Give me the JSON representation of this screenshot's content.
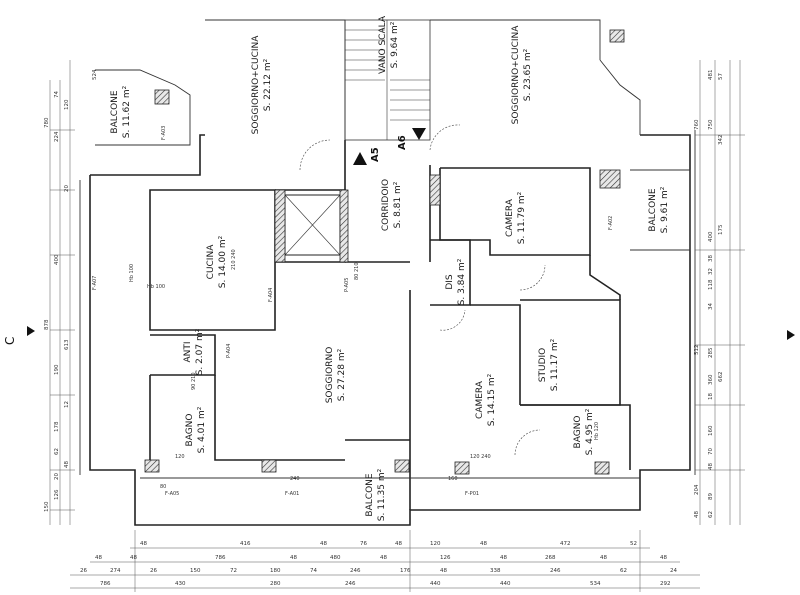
{
  "section": {
    "letter": "C"
  },
  "markers": [
    {
      "id": "A5",
      "label": "A5"
    },
    {
      "id": "A6",
      "label": "A6"
    }
  ],
  "rooms": [
    {
      "id": "soggiorno-cucina-left",
      "name": "SOGGIORNO+CUCINA",
      "area": "S. 22.12 m²"
    },
    {
      "id": "vano-scala",
      "name": "VANO SCALA",
      "area": "S. 9.64 m²"
    },
    {
      "id": "soggiorno-cucina-right",
      "name": "SOGGIORNO+CUCINA",
      "area": "S. 23.65 m²"
    },
    {
      "id": "balcone-left",
      "name": "BALCONE",
      "area": "S. 11.62 m²"
    },
    {
      "id": "corridoio",
      "name": "CORRIDOIO",
      "area": "S. 8.81 m²"
    },
    {
      "id": "camera-right",
      "name": "CAMERA",
      "area": "S. 11.79 m²"
    },
    {
      "id": "balcone-right",
      "name": "BALCONE",
      "area": "S. 9.61 m²"
    },
    {
      "id": "cucina",
      "name": "CUCINA",
      "area": "S. 14.00 m²"
    },
    {
      "id": "dis",
      "name": "DIS",
      "area": "S. 3.84 m²"
    },
    {
      "id": "anti",
      "name": "ANTI",
      "area": "S. 2.07 m²"
    },
    {
      "id": "soggiorno",
      "name": "SOGGIORNO",
      "area": "S. 27.28 m²"
    },
    {
      "id": "camera-center",
      "name": "CAMERA",
      "area": "S. 14.15 m²"
    },
    {
      "id": "studio",
      "name": "STUDIO",
      "area": "S. 11.17 m²"
    },
    {
      "id": "bagno-left",
      "name": "BAGNO",
      "area": "S. 4.01 m²"
    },
    {
      "id": "bagno-right",
      "name": "BAGNO",
      "area": "S. 4.95 m²"
    },
    {
      "id": "balcone-bottom",
      "name": "BALCONE",
      "area": "S. 11.35 m²"
    }
  ],
  "window_tags": {
    "fa03": "F-A03",
    "fa02": "F-A02",
    "fa04": "F-A04",
    "fa07": "F-A07",
    "fa05": "F-A05",
    "fa01": "F-A01",
    "fp01": "F-P01",
    "pa05": "P-A05",
    "pa04": "P-A04",
    "hb100a": "Hb 100",
    "hb100b": "Hb 100",
    "hb120": "Hb 120",
    "w90_210": "90 210",
    "w80_210": "80 210",
    "w210_240": "210 240",
    "w120_240": "120 240",
    "w240": "240",
    "w160": "160",
    "w120": "120",
    "w80": "80"
  },
  "dims": {
    "left": [
      "150",
      "126",
      "20",
      "48",
      "62",
      "178",
      "12",
      "190",
      "613",
      "878",
      "400",
      "20",
      "224",
      "780",
      "74",
      "120",
      "524"
    ],
    "right": [
      "481",
      "57",
      "342",
      "760",
      "750",
      "118",
      "400",
      "38",
      "175",
      "32",
      "34",
      "285",
      "512",
      "662",
      "360",
      "18",
      "160",
      "70",
      "48",
      "204",
      "89",
      "62",
      "48"
    ],
    "bottom_row1": [
      "48",
      "416",
      "48",
      "76",
      "48",
      "120",
      "48",
      "472",
      "52"
    ],
    "bottom_row2": [
      "48",
      "48",
      "786",
      "48",
      "480",
      "48",
      "126",
      "48",
      "268",
      "48",
      "48"
    ],
    "bottom_row3": [
      "26",
      "274",
      "26",
      "150",
      "72",
      "180",
      "74",
      "246",
      "176",
      "48",
      "338",
      "246",
      "62",
      "24"
    ],
    "bottom_row4": [
      "786",
      "430",
      "280",
      "246",
      "440",
      "440",
      "534",
      "292"
    ]
  }
}
